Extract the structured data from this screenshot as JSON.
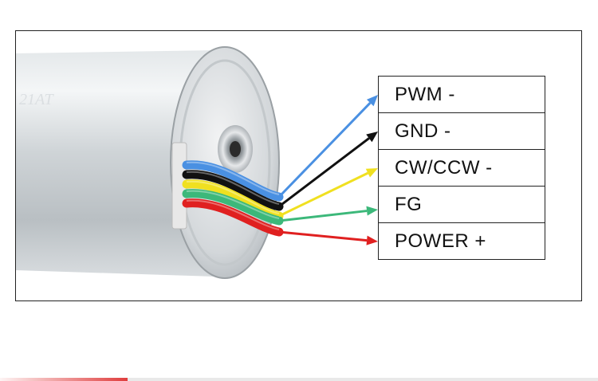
{
  "connections": [
    {
      "label": "PWM -",
      "color": "#4a90e2"
    },
    {
      "label": "GND -",
      "color": "#111111"
    },
    {
      "label": "CW/CCW -",
      "color": "#f0e020"
    },
    {
      "label": "FG",
      "color": "#3cb87a"
    },
    {
      "label": "POWER +",
      "color": "#e02020"
    }
  ],
  "motor": {
    "engraving": "21AT"
  }
}
